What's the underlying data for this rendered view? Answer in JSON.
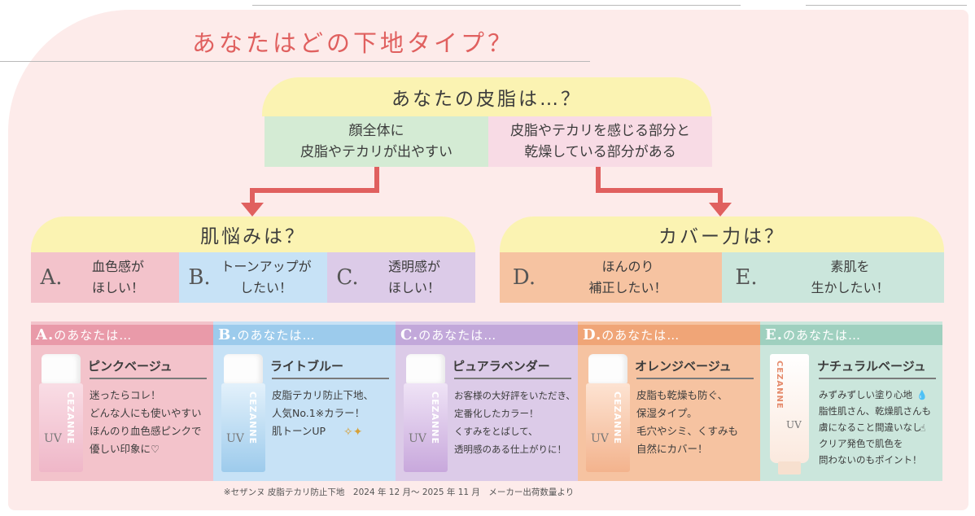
{
  "title": "あなたはどの下地タイプ？",
  "q1": {
    "label": "あなたの皮脂は…？",
    "option_left": "顔全体に\n皮脂やテカリが出やすい",
    "option_right": "皮脂やテカリを感じる部分と\n乾燥している部分がある"
  },
  "q2_left": {
    "label": "肌悩みは？",
    "choices": [
      {
        "letter": "A.",
        "text": "血色感が\nほしい！",
        "color": "#f3c3cb"
      },
      {
        "letter": "B.",
        "text": "トーンアップが\nしたい！",
        "color": "#c7e2f6"
      },
      {
        "letter": "C.",
        "text": "透明感が\nほしい！",
        "color": "#dccbe8"
      }
    ]
  },
  "q2_right": {
    "label": "カバー力は？",
    "choices": [
      {
        "letter": "D.",
        "text": "ほんのり\n補正したい！",
        "color": "#f6c3a1"
      },
      {
        "letter": "E.",
        "text": "素肌を\n生かしたい！",
        "color": "#cbe6dc"
      }
    ]
  },
  "results": [
    {
      "head_letter": "A.",
      "head_text": "のあなたは…",
      "name": "ピンクベージュ",
      "desc": "迷ったらコレ！\nどんな人にも使いやすい\nほんのり血色感ピンクで\n優しい印象に♡",
      "bg": "#f3c3cb",
      "head_bg": "#e99aa9",
      "product_color": "#f2bccc"
    },
    {
      "head_letter": "B.",
      "head_text": "のあなたは…",
      "name": "ライトブルー",
      "desc": "皮脂テカリ防止下地、\n人気No.1※カラー！\n肌トーンUP",
      "bg": "#c7e2f6",
      "head_bg": "#9ccbec",
      "product_color": "#a9d3f0"
    },
    {
      "head_letter": "C.",
      "head_text": "のあなたは…",
      "name": "ピュアラベンダー",
      "desc": "お客様の大好評をいただき、\n定番化したカラー！\nくすみをとばして、\n透明感のある仕上がりに！",
      "bg": "#dccbe8",
      "head_bg": "#c2a8da",
      "product_color": "#d2b8e6"
    },
    {
      "head_letter": "D.",
      "head_text": "のあなたは…",
      "name": "オレンジベージュ",
      "desc": "皮脂も乾燥も防ぐ、\n保湿タイプ。\n毛穴やシミ、くすみも\n自然にカバー！",
      "bg": "#f6c3a1",
      "head_bg": "#f0a577",
      "product_color": "#f5c09c"
    },
    {
      "head_letter": "E.",
      "head_text": "のあなたは…",
      "name": "ナチュラルベージュ",
      "desc": "みずみずしい塗り心地\n脂性肌さん、乾燥肌さんも\n虜になること間違いなし\nクリア発色で肌色を\n問わないのもポイント！",
      "bg": "#cbe6dc",
      "head_bg": "#9fd0bf",
      "product_color": "#fbe6d8"
    }
  ],
  "product": {
    "brand": "CEZANNE",
    "uv": "UV"
  },
  "footnote": "※セザンヌ 皮脂テカリ防止下地　2024 年 12 月～ 2025 年 11 月　メーカー出荷数量より",
  "colors": {
    "arrow": "#e0605f",
    "question_bg": "#fbf3b2",
    "panel_bg": "#fdebea",
    "title": "#e0605f"
  }
}
